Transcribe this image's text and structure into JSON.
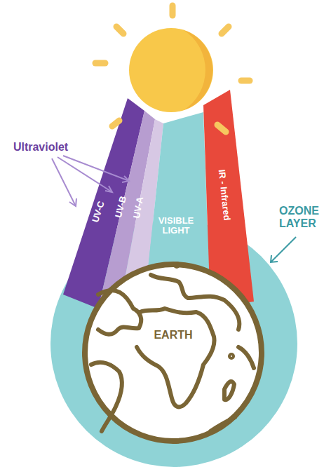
{
  "diagram": {
    "labels": [
      "Ultraviolet",
      "UV-C",
      "UV-B",
      "UV-A",
      "VISIBLE LIGHT",
      "IR - Infrared",
      "OZONE LAYER",
      "EARTH"
    ]
  }
}
